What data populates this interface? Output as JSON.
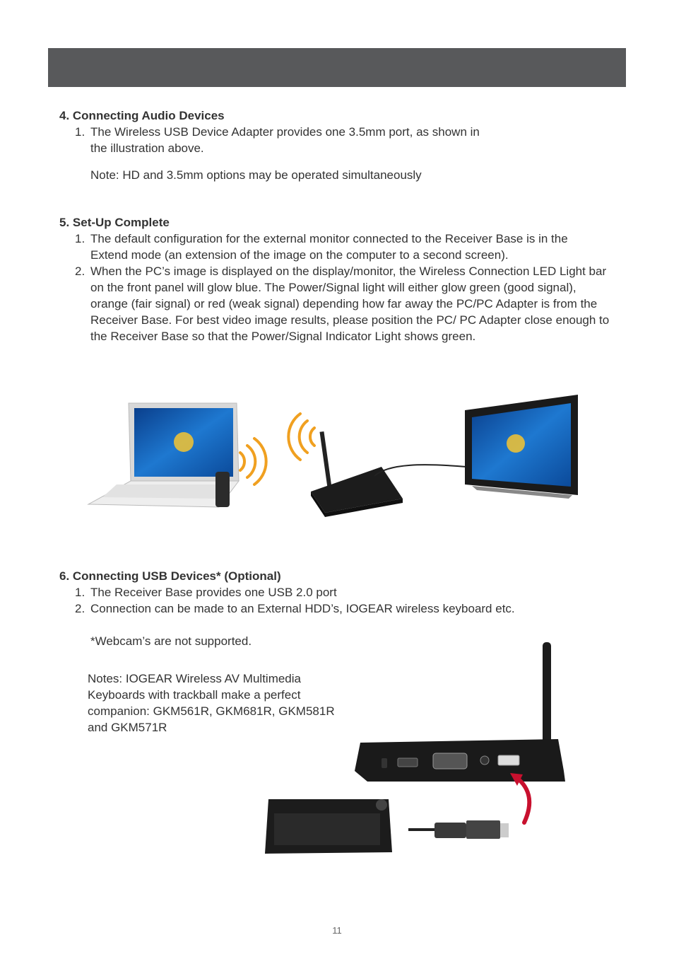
{
  "section4": {
    "heading": "4. Connecting Audio Devices",
    "items": [
      {
        "num": "1.",
        "text": "The Wireless USB Device Adapter provides one 3.5mm port, as shown in the illustration above."
      }
    ],
    "note": "Note: HD and 3.5mm options may be operated simultaneously"
  },
  "section5": {
    "heading": "5. Set-Up Complete",
    "items": [
      {
        "num": "1.",
        "text": "The default configuration for the external monitor connected to the Receiver Base is in the Extend mode (an extension of the image on the computer to a second screen)."
      },
      {
        "num": "2.",
        "text": "When the PC’s image is displayed on the display/monitor, the Wireless Connection LED Light bar on the front panel will glow blue. The Power/Signal light will either glow green (good signal), orange (fair signal) or red (weak signal) depending how far away the PC/PC Adapter is from the Receiver Base. For best video image results, please position the PC/ PC Adapter close enough to the Receiver Base so that the Power/Signal Indicator Light shows green."
      }
    ]
  },
  "section6": {
    "heading": "6. Connecting USB Devices*  (Optional)",
    "items": [
      {
        "num": "1.",
        "text": "The Receiver Base provides one USB 2.0 port"
      },
      {
        "num": "2.",
        "text": "Connection can be made to an External HDD’s, IOGEAR wireless keyboard etc."
      }
    ],
    "footnote": "*Webcam’s are not supported.",
    "notes": "Notes: IOGEAR Wireless AV Multimedia Keyboards with trackball make a perfect companion: GKM561R, GKM681R, GKM581R and GKM571R"
  },
  "page_number": "11",
  "colors": {
    "header_bar": "#58595b",
    "text": "#333333",
    "wifi_wave": "#f0a020",
    "usb_arrow": "#c8102e"
  }
}
